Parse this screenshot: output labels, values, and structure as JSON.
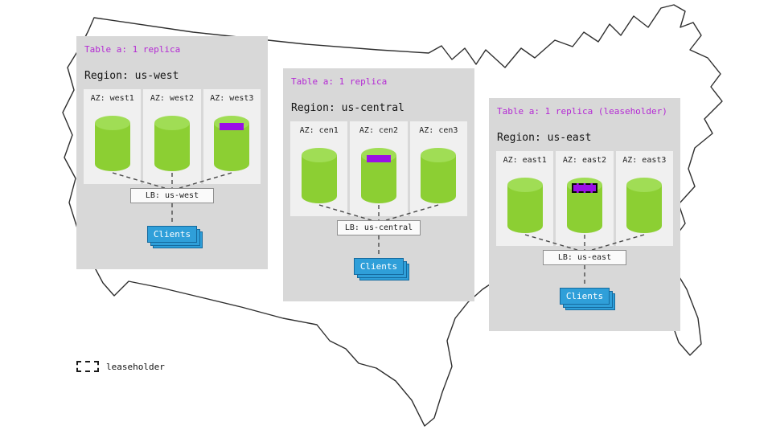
{
  "legend": {
    "label": "leaseholder"
  },
  "regions": [
    {
      "table_label": "Table a: 1 replica",
      "region_label": "Region: us-west",
      "azs": [
        {
          "label": "AZ: west1",
          "replica": false,
          "leaseholder": false
        },
        {
          "label": "AZ: west2",
          "replica": false,
          "leaseholder": false
        },
        {
          "label": "AZ: west3",
          "replica": true,
          "leaseholder": false
        }
      ],
      "lb_label": "LB: us-west",
      "clients_label": "Clients"
    },
    {
      "table_label": "Table a: 1 replica",
      "region_label": "Region: us-central",
      "azs": [
        {
          "label": "AZ: cen1",
          "replica": false,
          "leaseholder": false
        },
        {
          "label": "AZ: cen2",
          "replica": true,
          "leaseholder": false
        },
        {
          "label": "AZ: cen3",
          "replica": false,
          "leaseholder": false
        }
      ],
      "lb_label": "LB: us-central",
      "clients_label": "Clients"
    },
    {
      "table_label": "Table a: 1 replica (leaseholder)",
      "region_label": "Region: us-east",
      "azs": [
        {
          "label": "AZ: east1",
          "replica": false,
          "leaseholder": false
        },
        {
          "label": "AZ: east2",
          "replica": true,
          "leaseholder": true
        },
        {
          "label": "AZ: east3",
          "replica": false,
          "leaseholder": false
        }
      ],
      "lb_label": "LB: us-east",
      "clients_label": "Clients"
    }
  ],
  "colors": {
    "panel_gray": "#d8d8d8",
    "az_cell_gray": "#f0f0f0",
    "replica_green": "#8ccf33",
    "replica_green_top": "#a0dd55",
    "replica_bar_purple": "#9a10e6",
    "header_purple": "#b429d4",
    "clients_blue": "#2f9fd9",
    "map_outline": "#2f2f2f"
  }
}
